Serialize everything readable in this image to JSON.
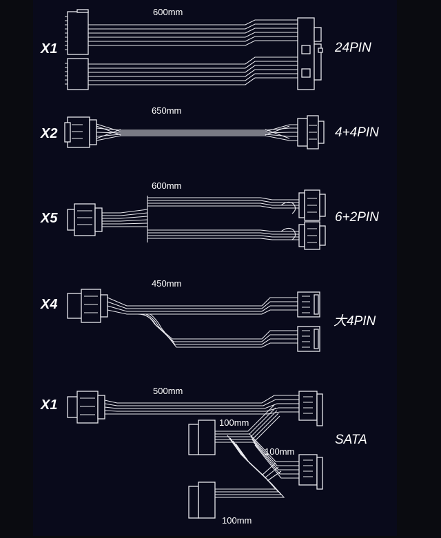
{
  "cables": [
    {
      "id": "atx24",
      "quantity": "X1",
      "connector": "24PIN",
      "lengths": [
        "600mm"
      ]
    },
    {
      "id": "eps",
      "quantity": "X2",
      "connector": "4+4PIN",
      "lengths": [
        "650mm"
      ]
    },
    {
      "id": "pcie",
      "quantity": "X5",
      "connector": "6+2PIN",
      "lengths": [
        "600mm"
      ]
    },
    {
      "id": "molex",
      "quantity": "X4",
      "connector": "大4PIN",
      "lengths": [
        "450mm"
      ]
    },
    {
      "id": "sata",
      "quantity": "X1",
      "connector": "SATA",
      "lengths": [
        "500mm",
        "100mm",
        "100mm",
        "100mm"
      ]
    }
  ],
  "colors": {
    "background": "#090a1b",
    "line": "#e9e9ee",
    "outer": "#0a0b10"
  }
}
